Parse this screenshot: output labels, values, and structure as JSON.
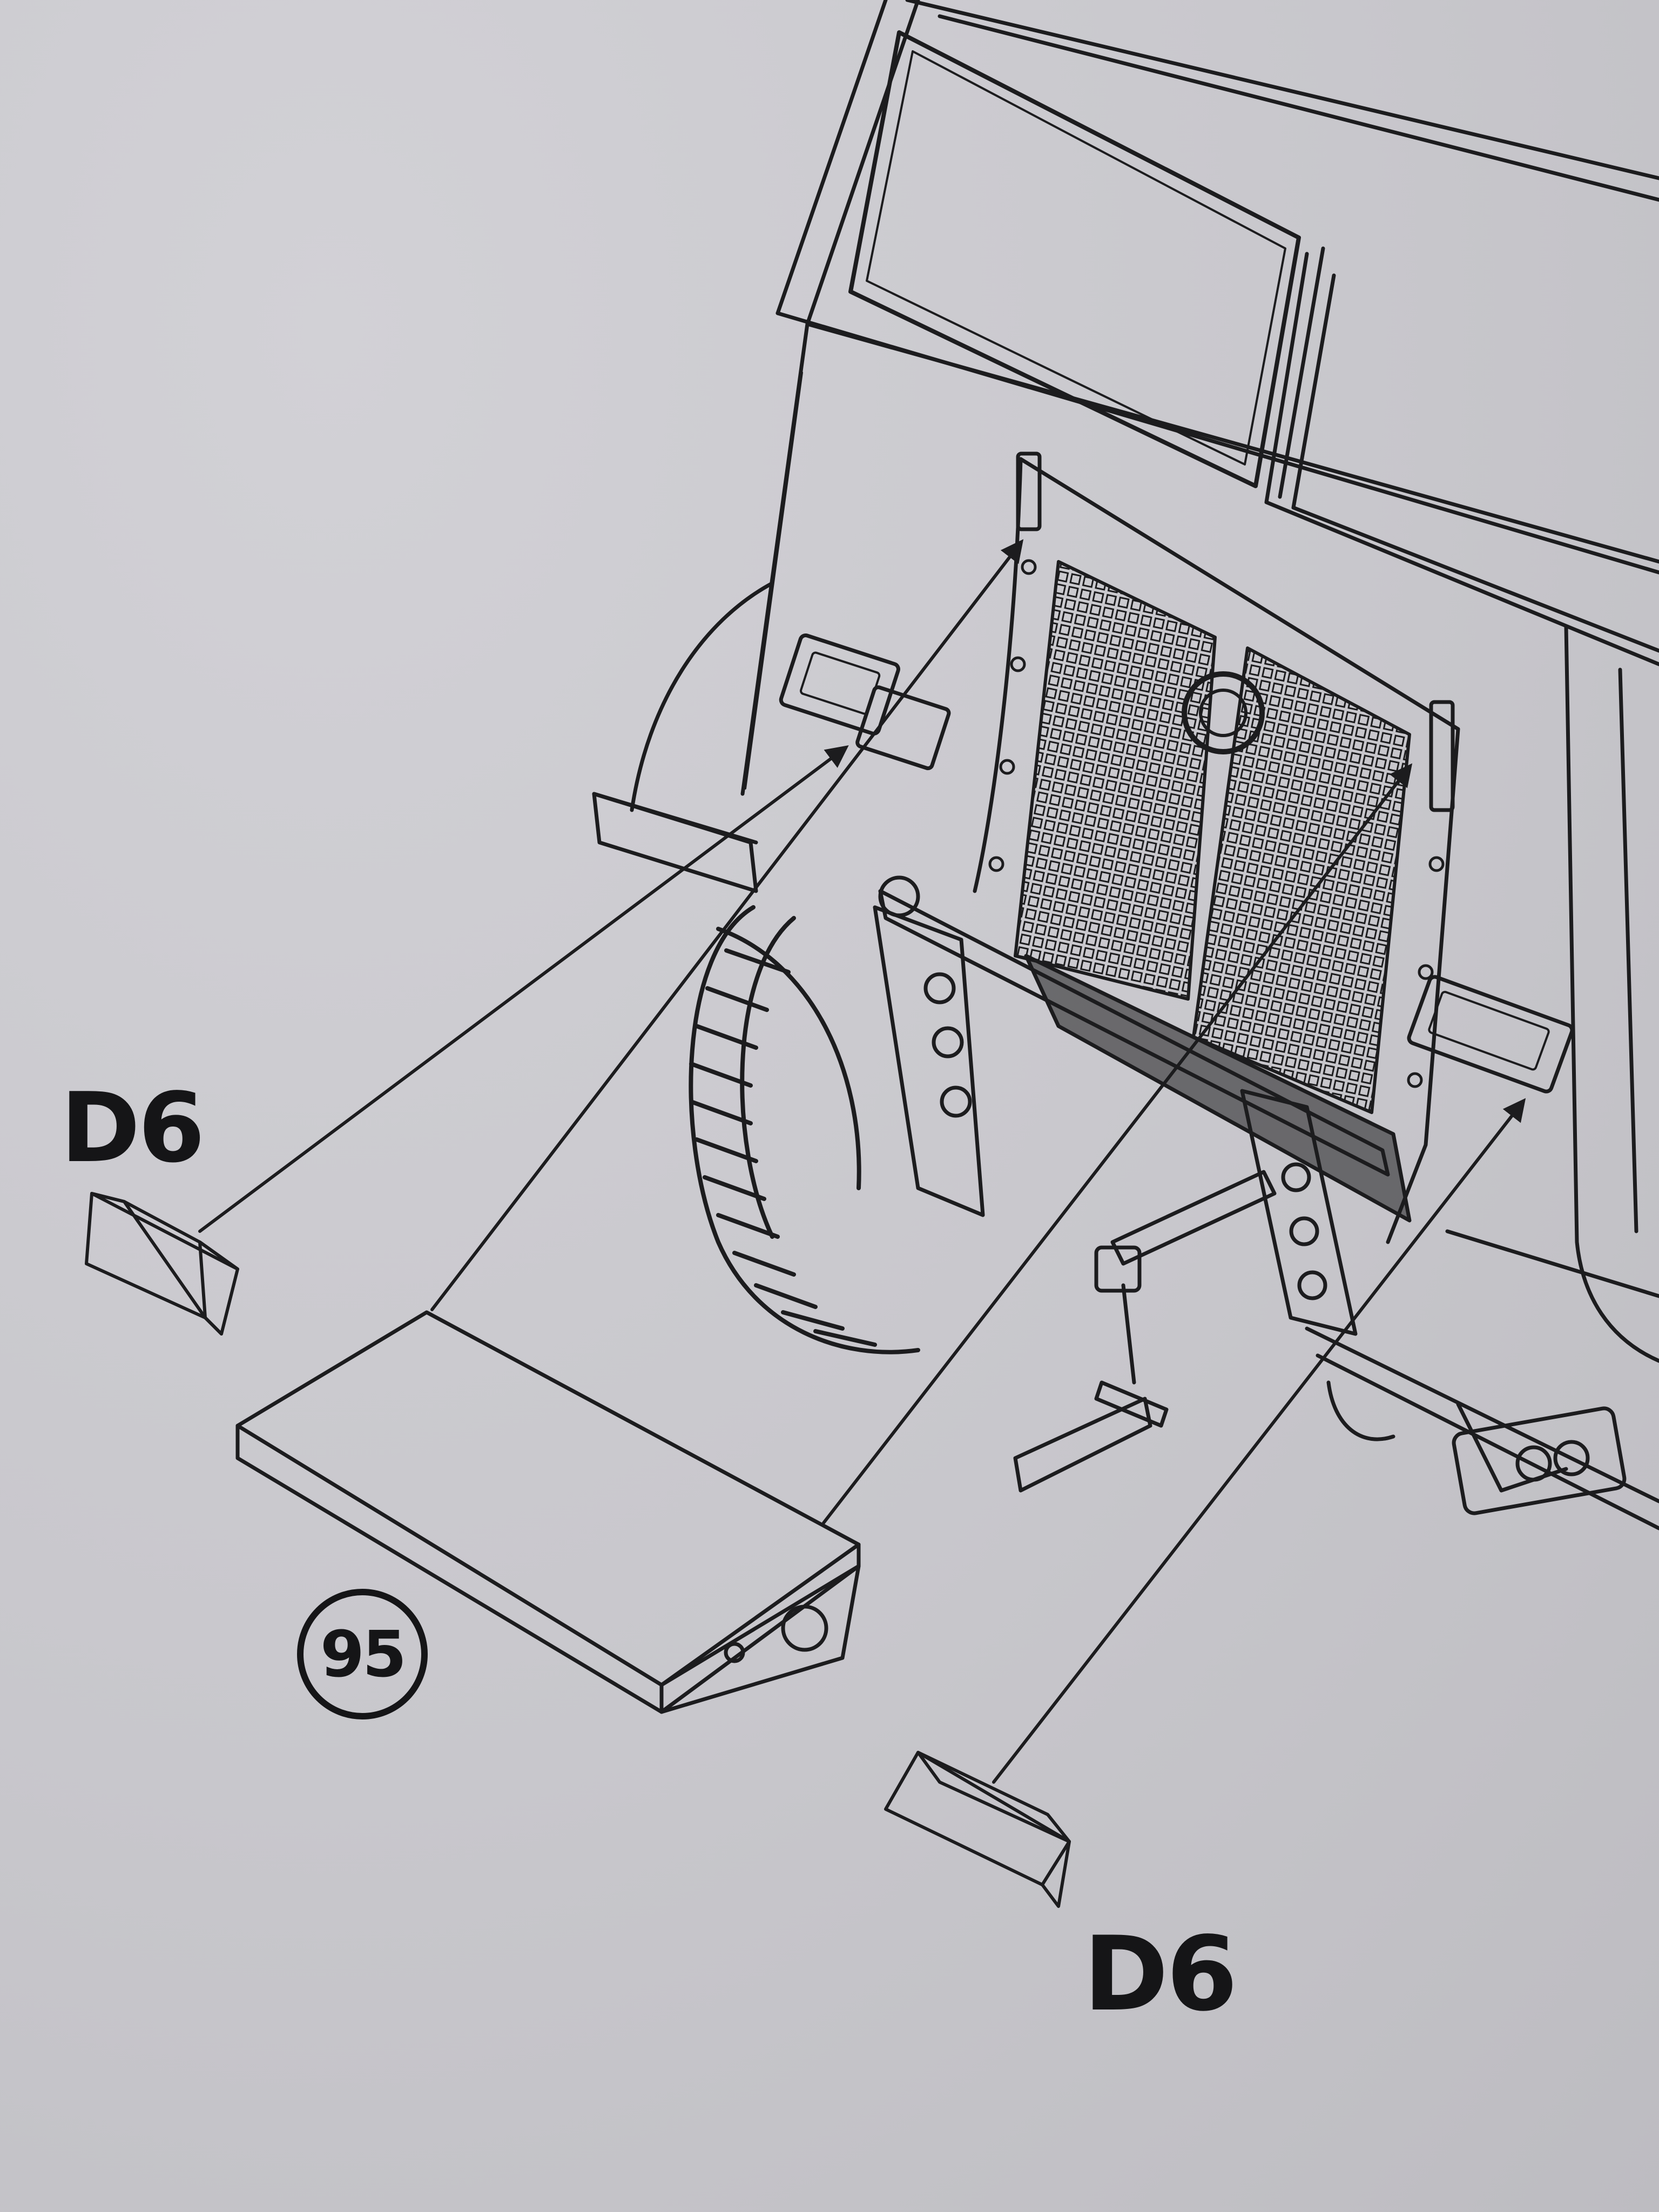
{
  "diagram": {
    "step_number": "95",
    "parts": [
      {
        "label": "D6"
      },
      {
        "label": "D6"
      }
    ],
    "colors": {
      "paper": "#c9c8cc",
      "ink": "#1c1c1e"
    }
  }
}
